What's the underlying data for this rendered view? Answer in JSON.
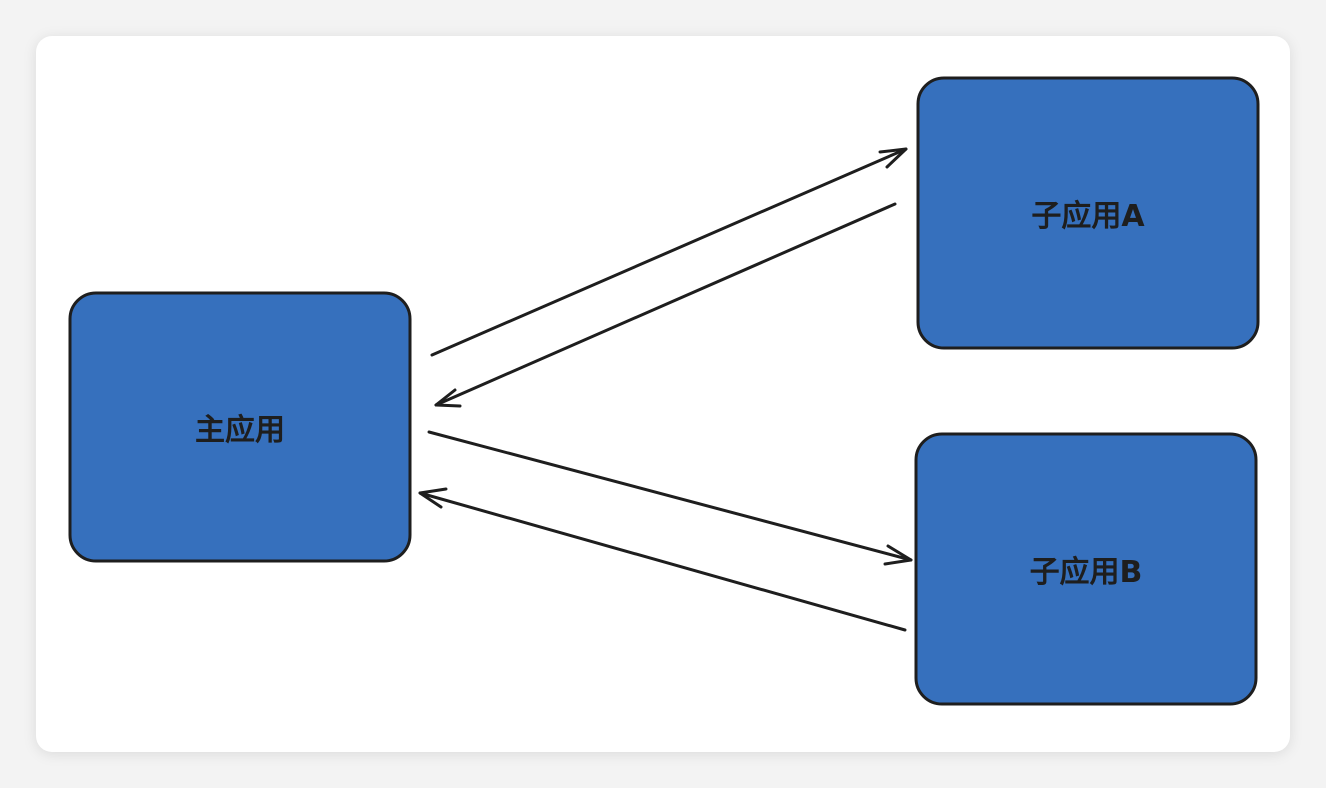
{
  "diagram": {
    "fill_color": "#3670bd",
    "stroke_color": "#1e1e1e",
    "nodes": {
      "main": {
        "label": "主应用"
      },
      "sub_a": {
        "label": "子应用A"
      },
      "sub_b": {
        "label": "子应用B"
      }
    }
  }
}
